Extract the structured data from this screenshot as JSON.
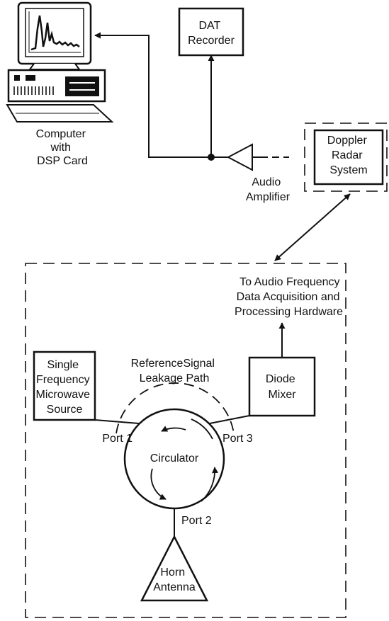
{
  "labels": {
    "dat_recorder": [
      "DAT",
      "Recorder"
    ],
    "computer": [
      "Computer",
      "with",
      "DSP Card"
    ],
    "audio_amplifier": [
      "Audio",
      "Amplifier"
    ],
    "doppler_radar": [
      "Doppler",
      "Radar",
      "System"
    ],
    "to_audio": [
      "To Audio Frequency",
      "Data Acquisition and",
      "Processing Hardware"
    ],
    "microwave_source": [
      "Single",
      "Frequency",
      "Microwave",
      "Source"
    ],
    "leakage_path": [
      "ReferenceSignal",
      "Leakage Path"
    ],
    "diode_mixer": [
      "Diode",
      "Mixer"
    ],
    "port1": "Port 1",
    "port3": "Port 3",
    "port2": "Port 2",
    "circulator": "Circulator",
    "horn_antenna": [
      "Horn",
      "Antenna"
    ]
  }
}
